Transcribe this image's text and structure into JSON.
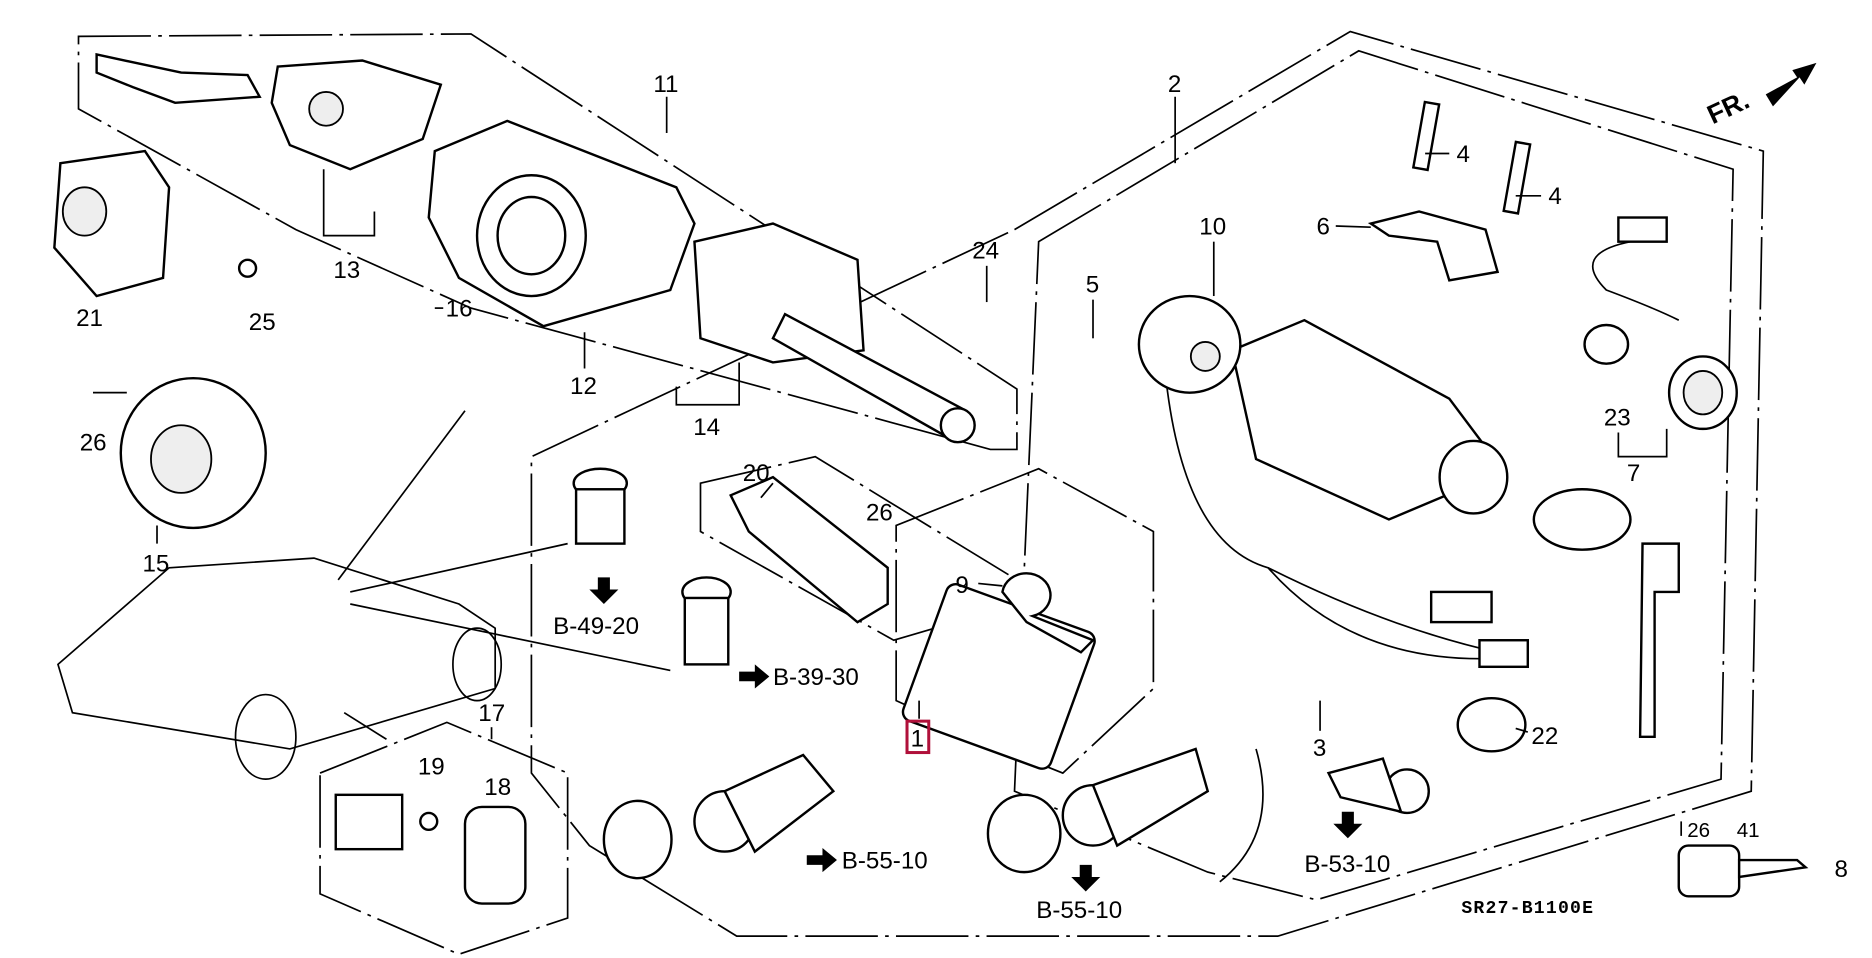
{
  "diagram": {
    "code": "SR27-B1100E",
    "direction": "FR.",
    "highlight_color": "#b0103a",
    "callouts": {
      "c11": "11",
      "c2": "2",
      "c4a": "4",
      "c4b": "4",
      "c6": "6",
      "c10": "10",
      "c24": "24",
      "c5": "5",
      "c13": "13",
      "c21": "21",
      "c25": "25",
      "c16": "16",
      "c12": "12",
      "c14": "14",
      "c26a": "26",
      "c15": "15",
      "c20": "20",
      "c26b": "26",
      "c9": "9",
      "c23": "23",
      "c7": "7",
      "c1": "1",
      "c3": "3",
      "c22": "22",
      "c17": "17",
      "c19": "19",
      "c18": "18",
      "c8": "8",
      "c26c": "26",
      "c41": "41"
    },
    "refs": {
      "r1": "B-49-20",
      "r2": "B-39-30",
      "r3": "B-55-10",
      "r4": "B-55-10",
      "r5": "B-53-10"
    }
  }
}
